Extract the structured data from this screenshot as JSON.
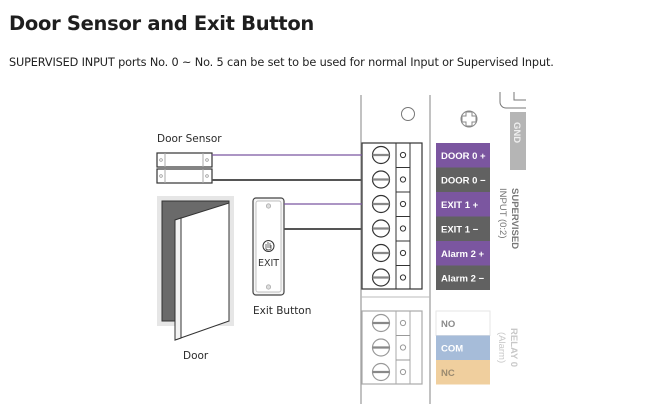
{
  "page": {
    "title": "Door Sensor and Exit Button",
    "description": "SUPERVISED INPUT ports No. 0 ~ No. 5 can be set to be used for normal Input or Supervised Input."
  },
  "diagram": {
    "labels": {
      "door_sensor": "Door Sensor",
      "exit_button": "Exit Button",
      "door": "Door",
      "exit_text": "EXIT"
    },
    "supervised_terminals": [
      {
        "label": "DOOR 0 +",
        "color": "#7b56a0"
      },
      {
        "label": "DOOR 0 −",
        "color": "#616161"
      },
      {
        "label": "EXIT 1 +",
        "color": "#7b56a0"
      },
      {
        "label": "EXIT 1 −",
        "color": "#616161"
      },
      {
        "label": "Alarm 2 +",
        "color": "#7b56a0"
      },
      {
        "label": "Alarm 2 −",
        "color": "#616161"
      }
    ],
    "relay_terminals": [
      {
        "label": "NO",
        "color": "#ffffff",
        "text_color": "#8a8a8a"
      },
      {
        "label": "COM",
        "color": "#a6bcd9",
        "text_color": "#ffffff"
      },
      {
        "label": "NC",
        "color": "#f0cf9e",
        "text_color": "#9a8a70"
      }
    ],
    "gnd_label": "GND",
    "supervised_group_label_1": "SUPERVISED",
    "supervised_group_label_2": "INPUT (0:2)",
    "relay_group_label_1": "RELAY 0",
    "relay_group_label_2": "(Alarm)",
    "wire_colors": {
      "positive": "#7b56a0",
      "negative": "#555555"
    }
  }
}
